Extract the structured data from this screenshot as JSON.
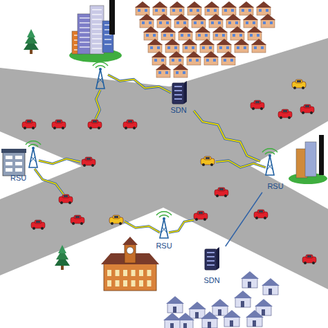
{
  "diagram": {
    "nodes": [
      {
        "text": [
          "SDN"
        ]
      },
      {
        "text": [
          "RSU"
        ]
      },
      {
        "text": [
          "RSU"
        ]
      },
      {
        "text": [
          "RSU"
        ]
      },
      {
        "text": [
          "SDN"
        ]
      }
    ],
    "edges": [
      {
        "from": 0,
        "to": 2,
        "arrow": "none"
      },
      {
        "from": 4,
        "to": 2,
        "arrow": "none"
      }
    ]
  }
}
